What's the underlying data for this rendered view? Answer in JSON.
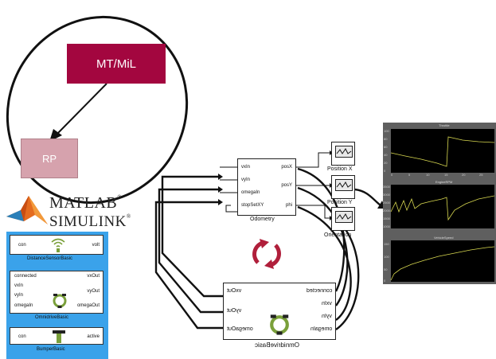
{
  "top": {
    "mt_label": "MT/MiL",
    "rp_label": "RP"
  },
  "logos": {
    "matlab": "MATLAB",
    "simulink": "SIMULINK",
    "reg": "®"
  },
  "library_blocks": [
    {
      "title": "DistanceSensorBasic",
      "inputs": [
        "con"
      ],
      "outputs": [
        "volt"
      ]
    },
    {
      "title": "OmnidriveBasic",
      "inputs": [
        "connected",
        "vxIn",
        "vyIn",
        "omegaIn"
      ],
      "outputs": [
        "vxOut",
        "vyOut",
        "omegaOut"
      ]
    },
    {
      "title": "BumperBasic",
      "inputs": [
        "con"
      ],
      "outputs": [
        "active"
      ]
    }
  ],
  "odometry": {
    "title": "Odometry",
    "inputs": [
      "vxIn",
      "vyIn",
      "omegaIn",
      "stopSetXY"
    ],
    "outputs": [
      "posX",
      "posY",
      "phi"
    ]
  },
  "scopes": [
    {
      "label": "Position X"
    },
    {
      "label": "Position Y"
    },
    {
      "label": "Orientation"
    }
  ],
  "omnidrive_mirrored": {
    "title": "OmnidriveBasic",
    "inputs": [
      "connected",
      "vxIn",
      "vyIn",
      "omegaIn"
    ],
    "outputs": [
      "vxOut",
      "vyOut",
      "omegaOut"
    ]
  },
  "plots": [
    {
      "title": "Throttle",
      "yticks": [
        "100",
        "80",
        "60",
        "40",
        "20",
        "0"
      ]
    },
    {
      "title": "EngineRPM",
      "yticks": [
        "3500",
        "3000",
        "2500",
        "2000",
        "1500",
        "1000"
      ]
    },
    {
      "title": "VehicleSpeed",
      "yticks": [
        "150",
        "100",
        "50",
        "0"
      ]
    }
  ],
  "plot_xticks": [
    "0",
    "5",
    "10",
    "15",
    "20",
    "25"
  ],
  "colors": {
    "mt_fill": "#a3063f",
    "rp_fill": "#d6a2ad",
    "cycle_arrows": "#b01f3b",
    "library_bg": "#3aa2ea",
    "plot_line": "#d8d850"
  }
}
